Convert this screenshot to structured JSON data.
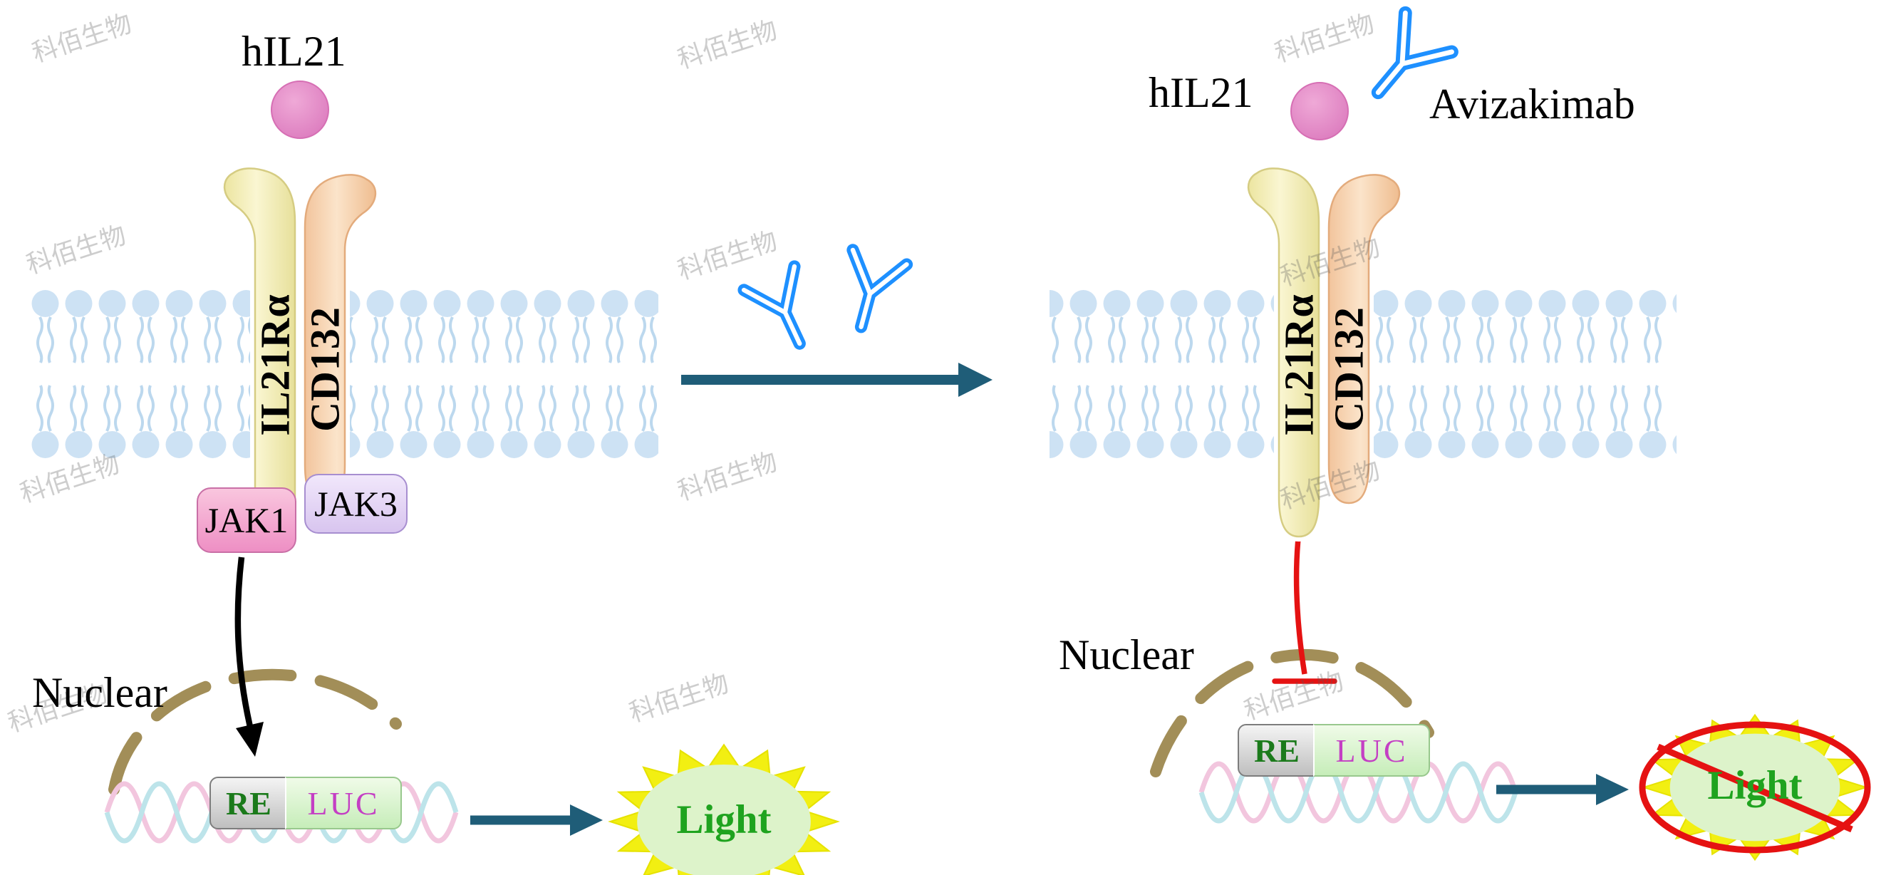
{
  "watermark": {
    "text": "科佰生物"
  },
  "colors": {
    "ligand_pink": "#df7fc1",
    "antibody_blue": "#1e90ff",
    "membrane_blue": "#cfe3f4",
    "receptor_yellow": "#f0eaa6",
    "receptor_orange": "#f5c9a0",
    "jak1_pink": "#f2a7d0",
    "jak3_lavender": "#e0d0f2",
    "nuclear_tan": "#a28e58",
    "arrow_teal": "#1f5d78",
    "inhibit_red": "#e51212",
    "starburst_yellow": "#f2ef12",
    "light_green": "#1fa31f",
    "re_green": "#1b7a1b",
    "luc_magenta": "#c43fc4"
  },
  "left_panel": {
    "ligand_label": "hIL21",
    "receptor_alpha": "IL21Rα",
    "receptor_gamma": "CD132",
    "jak1": "JAK1",
    "jak3": "JAK3",
    "nucleus": "Nuclear",
    "re": "RE",
    "luc": "LUC",
    "light": "Light"
  },
  "right_panel": {
    "ligand_label": "hIL21",
    "antibody": "Avizakimab",
    "receptor_alpha": "IL21Rα",
    "receptor_gamma": "CD132",
    "nucleus": "Nuclear",
    "re": "RE",
    "luc": "LUC",
    "light": "Light"
  }
}
